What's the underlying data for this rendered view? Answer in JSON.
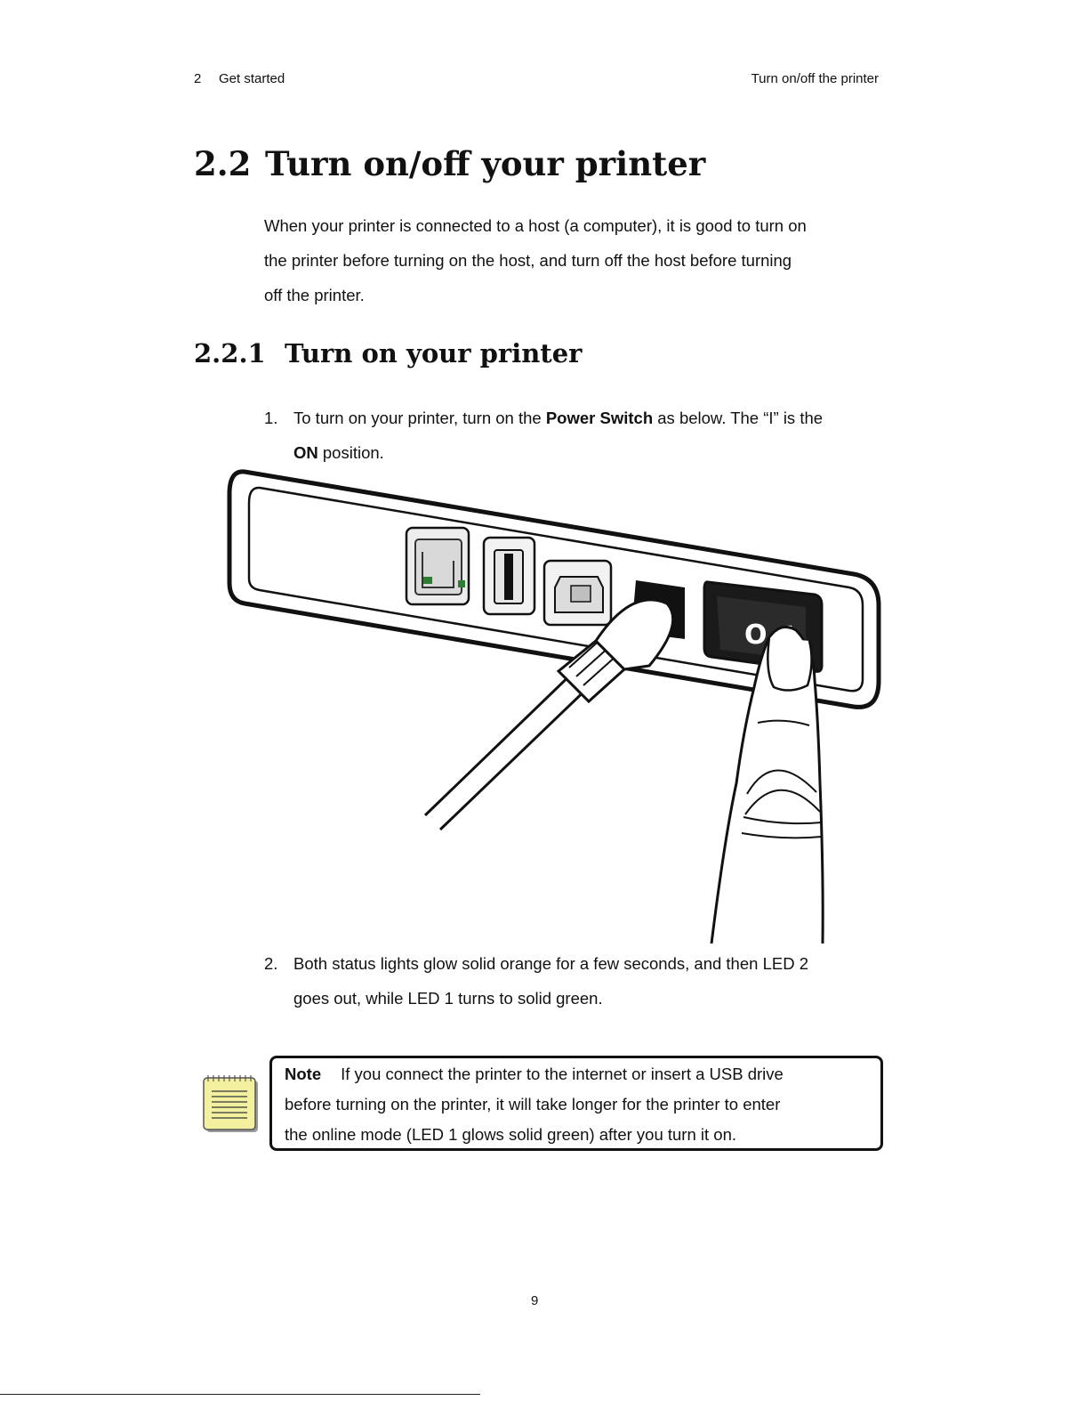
{
  "header": {
    "chapter_number": "2",
    "chapter_title": "Get started",
    "section_title": "Turn on/off the printer"
  },
  "section": {
    "number": "2.2",
    "title": "Turn on/off your printer",
    "intro_lines": [
      "When your printer is connected to a host (a computer), it is good to turn on",
      "the printer before turning on the host, and turn off the host before turning",
      "off the printer."
    ]
  },
  "subsection": {
    "number": "2.2.1",
    "title": "Turn on your printer"
  },
  "steps": [
    {
      "number": "1.",
      "line1_pre": "To turn on your printer, turn on the ",
      "line1_bold": "Power Switch",
      "line1_post": " as below. The “I” is the",
      "line2_bold": "ON",
      "line2_post": " position."
    },
    {
      "number": "2.",
      "line1": "Both status lights glow solid orange for a few seconds, and then LED 2",
      "line2": "goes out, while LED 1 turns to solid green."
    }
  ],
  "figure": {
    "switch_off_symbol": "O",
    "switch_on_symbol": "I",
    "icons": [
      "ethernet-port-icon",
      "usb-a-port-icon",
      "usb-b-port-icon",
      "power-cable-icon",
      "power-switch-icon",
      "finger-icon"
    ]
  },
  "note": {
    "label": "Note",
    "lines": [
      "If you connect the printer to the internet or insert a USB drive",
      "before turning on the printer, it will take longer for the printer to enter",
      "the online mode (LED 1 glows solid green) after you turn it on."
    ],
    "icon": "notepad-icon"
  },
  "footer": {
    "page_number": "9"
  }
}
